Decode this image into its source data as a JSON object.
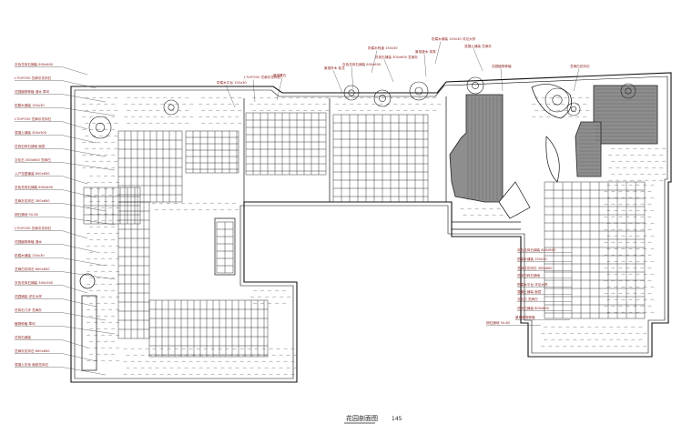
{
  "drawing": {
    "title": "花园剖面图",
    "page_number": "145"
  },
  "colors": {
    "line": "#111111",
    "paving_fill": "#8e8e8e",
    "annotation": "#8a1a1a"
  },
  "annotations_left": [
    "灰色花岗石铺装 600x600",
    "L700*250 芝麻灰花岗石",
    "花园植物种植 灌木 草坪",
    "防腐木铺装 150x30",
    "L700*250 芝麻灰花岗石",
    "混凝土铺装 300x300",
    "花岗石碎石铺地 面层",
    "文化石 300x600 芝麻白",
    "入户花园铺装 600x600",
    "灰色花岗石铺装 600x600",
    "芝麻灰花岗石 300x600",
    "卵石铺地 50-80",
    "L700*250 芝麻灰花岗石",
    "花园植物种植 灌木",
    "防腐木铺装 150x30",
    "芝麻白花岗石 600x600",
    "灰色花岗石铺装 300x300",
    "花园铺装 详见大样",
    "花岗石汀步 芝麻灰",
    "植物种植 草坪",
    "花岗石铺装",
    "芝麻灰花岗石 600x600",
    "混凝土花池 面贴花岗石"
  ],
  "annotations_top": [
    "防腐木平台 150x30",
    "L700*250 芝麻灰花岗石",
    "景观置石",
    "景观乔木 桂花",
    "灰色花岗石铺装 600x600",
    "防腐木栈道 150x30",
    "花岗石铺装 300x600 芝麻灰",
    "景观灌木 球类",
    "防腐木铺装 150x30 详见大样",
    "混凝土铺装 芝麻灰",
    "花园植物种植",
    "芝麻白花岗石"
  ],
  "annotations_right": [
    "灰色花岗石铺装 600x600",
    "防腐木铺装 150x30",
    "芝麻灰花岗石 300x600",
    "花岗石碎石铺地",
    "防腐木平台 详见大样",
    "混凝土铺装 面层",
    "文化石 芝麻白",
    "花岗石铺装 600x600",
    "景观植物种植",
    "卵石铺地 50-80"
  ]
}
